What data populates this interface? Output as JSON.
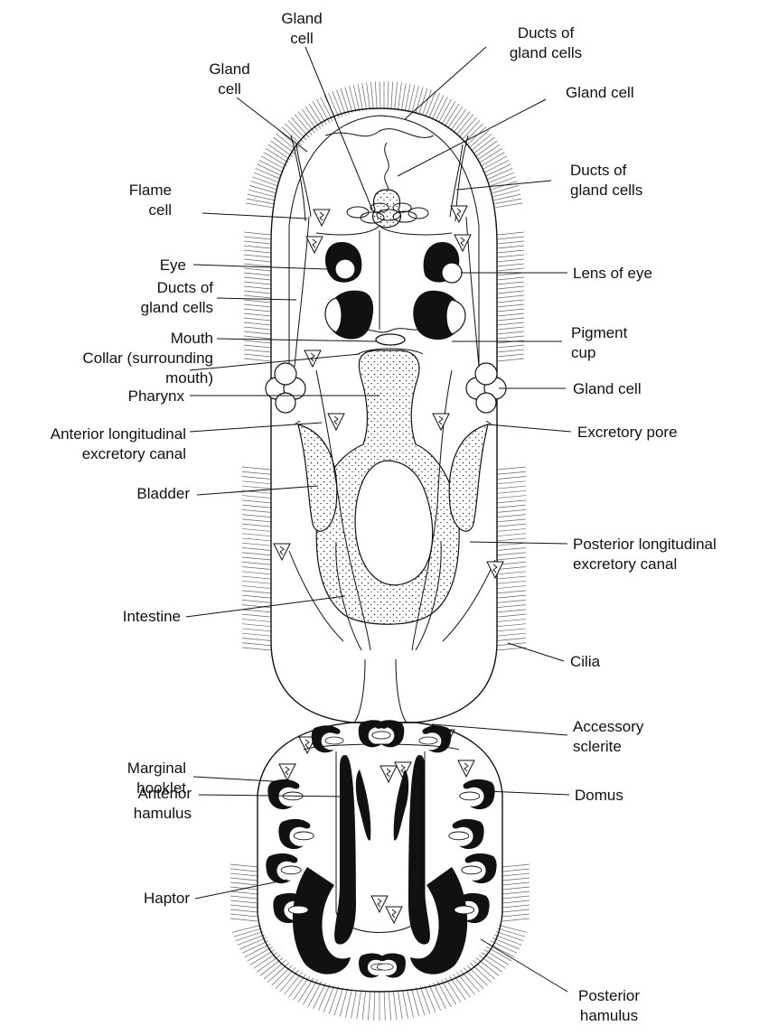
{
  "labels": {
    "gland_cell_top": [
      "Gland",
      "cell"
    ],
    "gland_cell_left": [
      "Gland",
      "cell"
    ],
    "ducts_top": [
      "Ducts of",
      "gland cells"
    ],
    "gland_cell_right_top": [
      "Gland cell"
    ],
    "ducts_right": [
      "Ducts of",
      "gland cells"
    ],
    "flame_cell": [
      "Flame",
      "cell"
    ],
    "eye": [
      "Eye"
    ],
    "lens_of_eye": [
      "Lens of eye"
    ],
    "ducts_left": [
      "Ducts of",
      "gland cells"
    ],
    "mouth": [
      "Mouth"
    ],
    "pigment_cup": [
      "Pigment",
      "cup"
    ],
    "collar": [
      "Collar (surrounding",
      "mouth)"
    ],
    "pharynx": [
      "Pharynx"
    ],
    "gland_cell_right": [
      "Gland cell"
    ],
    "anterior_canal": [
      "Anterior longitudinal",
      "excretory canal"
    ],
    "excretory_pore": [
      "Excretory pore"
    ],
    "bladder": [
      "Bladder"
    ],
    "posterior_canal": [
      "Posterior longitudinal",
      "excretory canal"
    ],
    "intestine": [
      "Intestine"
    ],
    "cilia": [
      "Cilia"
    ],
    "marginal_hooklet": [
      "Marginal",
      "hooklet"
    ],
    "accessory_sclerite": [
      "Accessory",
      "sclerite"
    ],
    "anterior_hamulus": [
      "Anterior",
      "hamulus"
    ],
    "domus": [
      "Domus"
    ],
    "haptor": [
      "Haptor"
    ],
    "posterior_hamulus": [
      "Posterior",
      "hamulus"
    ]
  }
}
